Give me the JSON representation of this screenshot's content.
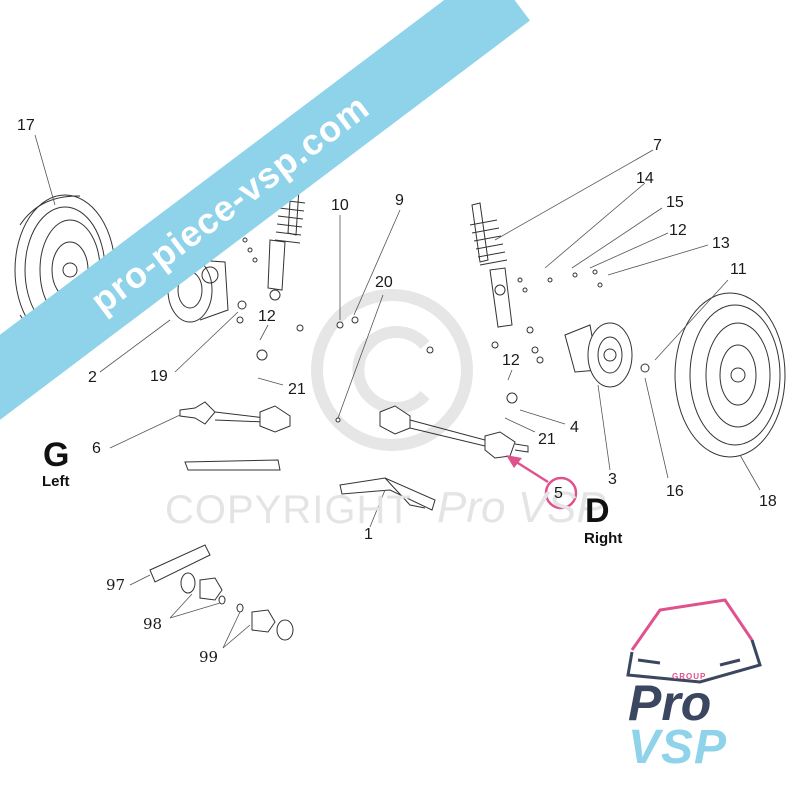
{
  "diagram": {
    "part_numbers": {
      "p1": "1",
      "p2": "2",
      "p3": "3",
      "p4": "4",
      "p5": "5",
      "p6": "6",
      "p7": "7",
      "p9": "9",
      "p10": "10",
      "p11": "11",
      "p12a": "12",
      "p12b": "12",
      "p12c": "12",
      "p13": "13",
      "p14": "14",
      "p15": "15",
      "p16": "16",
      "p17": "17",
      "p18": "18",
      "p19": "19",
      "p20": "20",
      "p21a": "21",
      "p21b": "21",
      "p97": "97",
      "p98": "98",
      "p99": "99"
    },
    "sides": {
      "left_letter": "G",
      "left_word": "Left",
      "right_letter": "D",
      "right_word": "Right"
    },
    "highlight_color": "#e0528e"
  },
  "watermark": {
    "banner_text": "pro-piece-vsp.com",
    "copyright_text": "COPYRIGHT",
    "copyright_brand": "Pro VSP",
    "banner_color": "#8fd3ea"
  },
  "logo": {
    "group": "GROUP",
    "pro": "Pro",
    "vsp": "VSP",
    "colors": {
      "dark": "#3b4660",
      "cyan": "#8fd3ea",
      "pink": "#e0528e"
    }
  }
}
